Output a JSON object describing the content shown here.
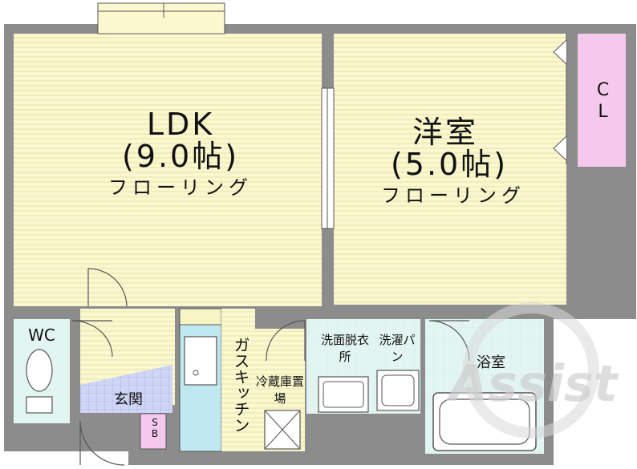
{
  "rooms": {
    "ldk": {
      "name": "LDK",
      "size": "(9.0帖)",
      "floor": "フローリング"
    },
    "western": {
      "name": "洋室",
      "size": "(5.0帖)",
      "floor": "フローリング"
    },
    "closet": {
      "label": "CL"
    },
    "toilet": {
      "label": "WC"
    },
    "entrance": {
      "label": "玄関"
    },
    "shoe_box": {
      "label": "SB"
    },
    "kitchen": {
      "label": "ガスキッチン"
    },
    "fridge": {
      "label": "冷蔵庫置場"
    },
    "washroom": {
      "label": "洗面脱衣所"
    },
    "laundry": {
      "label": "洗濯パン"
    },
    "bath": {
      "label": "浴室"
    }
  },
  "watermark": {
    "text": "Assist"
  },
  "colors": {
    "wall": "#8c8c8c",
    "flooring": "#fbf8d0",
    "flooring_stripe": "#e9e6ae",
    "wet_area": "#dff4ef",
    "kitchen_counter": "#bfe8f0",
    "closet": "#f5c8ee",
    "entrance_tile": "#cfd6f5"
  }
}
